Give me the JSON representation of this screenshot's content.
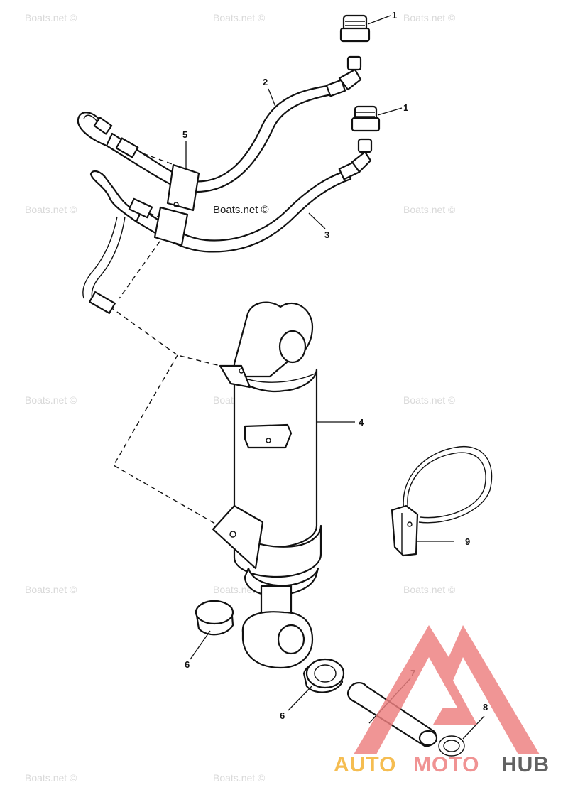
{
  "watermarks": {
    "repeat_text": "Boats.net ©",
    "center_text": "Boats.net ©"
  },
  "callouts": [
    {
      "id": "nut-upper",
      "label": "1"
    },
    {
      "id": "nut-lower",
      "label": "1"
    },
    {
      "id": "hose-upper",
      "label": "2"
    },
    {
      "id": "hose-lower",
      "label": "3"
    },
    {
      "id": "cylinder",
      "label": "4"
    },
    {
      "id": "clamp",
      "label": "5"
    },
    {
      "id": "bushing-left",
      "label": "6"
    },
    {
      "id": "bushing-right",
      "label": "6"
    },
    {
      "id": "pin",
      "label": "7"
    },
    {
      "id": "ring",
      "label": "8"
    },
    {
      "id": "wire-tie",
      "label": "9"
    }
  ],
  "logo": {
    "part_a": "AUTO",
    "part_b": "MOTO",
    "part_c": "HUB",
    "color_a": "#f5b843",
    "color_b": "#ef8a8a",
    "color_c": "#555555",
    "mark_color": "#ec7f7f"
  }
}
